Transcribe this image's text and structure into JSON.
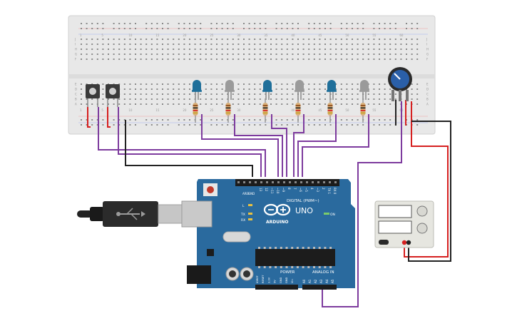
{
  "breadboard": {
    "row_letters_top": [
      "J",
      "I",
      "H",
      "G",
      "F"
    ],
    "row_letters_bottom": [
      "E",
      "D",
      "C",
      "B",
      "A"
    ],
    "column_numbers": [
      "1",
      "5",
      "10",
      "15",
      "20",
      "25",
      "30",
      "35",
      "40",
      "45",
      "50",
      "55",
      "60"
    ]
  },
  "components": {
    "buttons": 2,
    "leds": [
      {
        "color": "#1f6f9a"
      },
      {
        "color": "#9a9a9a"
      },
      {
        "color": "#1f6f9a"
      },
      {
        "color": "#9a9a9a"
      },
      {
        "color": "#1f6f9a"
      },
      {
        "color": "#9a9a9a"
      }
    ],
    "resistors": 6,
    "potentiometer": {
      "knob_color": "#2a5fa8"
    }
  },
  "arduino": {
    "board_color": "#2a6a9e",
    "logo_text": "ARDUINO",
    "model": "UNO",
    "digital_label": "DIGITAL (PWM~)",
    "power_label": "POWER",
    "analog_label": "ANALOG IN",
    "on_label": "ON",
    "l_label": "L",
    "tx_label": "TX",
    "rx_label": "RX",
    "aref_label": "AREF",
    "gnd_label": "GND",
    "digital_pins": [
      "13",
      "12",
      "~11",
      "~10",
      "~9",
      "8",
      "7",
      "~6",
      "~5",
      "4",
      "~3",
      "2",
      "TX 1",
      "RX 0"
    ],
    "power_pins": [
      "IOREF",
      "RESET",
      "3.3V",
      "5V",
      "GND",
      "GND",
      "Vin"
    ],
    "analog_pins": [
      "A0",
      "A1",
      "A2",
      "A3",
      "A4",
      "A5"
    ]
  },
  "power_supply": {
    "body_color": "#e6e6e0"
  },
  "wire_colors": {
    "signal": "#7d3b9e",
    "power": "#d62020",
    "ground": "#222222"
  }
}
